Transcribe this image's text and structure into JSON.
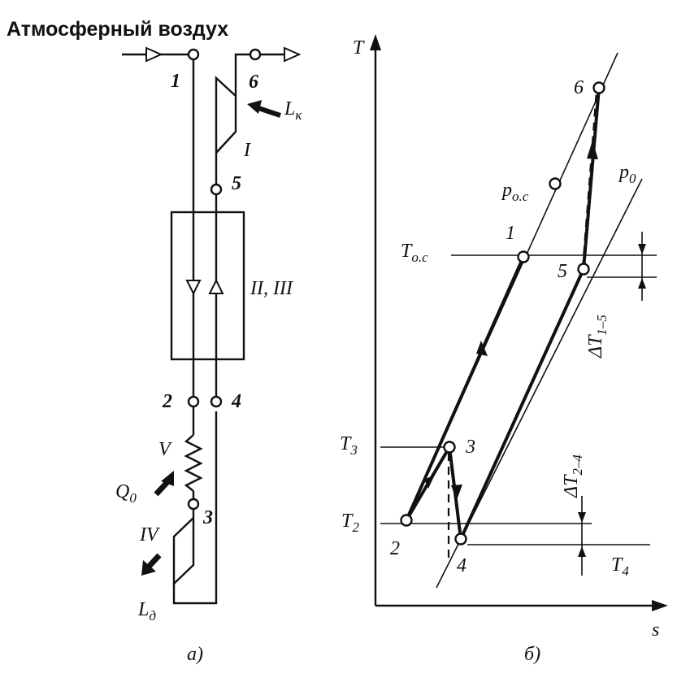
{
  "schema": {
    "title": "Атмосферный воздух",
    "nodes": [
      "1",
      "2",
      "3",
      "4",
      "5",
      "6"
    ],
    "units": [
      "I",
      "II, III",
      "IV",
      "V"
    ],
    "work_compressor": "L",
    "work_compressor_sub": "к",
    "work_expander": "L",
    "work_expander_sub": "д",
    "heat": "Q",
    "heat_sub": "0",
    "caption": "а)"
  },
  "ts_diagram": {
    "axis_y": "T",
    "axis_x": "s",
    "points": [
      "1",
      "2",
      "3",
      "4",
      "5",
      "6"
    ],
    "p_env": "p",
    "p_env_sub": "о.с",
    "p0": "p",
    "p0_sub": "0",
    "T_env": "T",
    "T_env_sub": "о.с",
    "T3": "T",
    "T3_sub": "3",
    "T2": "T",
    "T2_sub": "2",
    "T4": "T",
    "T4_sub": "4",
    "dT15": "ΔT",
    "dT15_sub": "1–5",
    "dT24": "ΔT",
    "dT24_sub": "2–4",
    "caption": "б)"
  }
}
